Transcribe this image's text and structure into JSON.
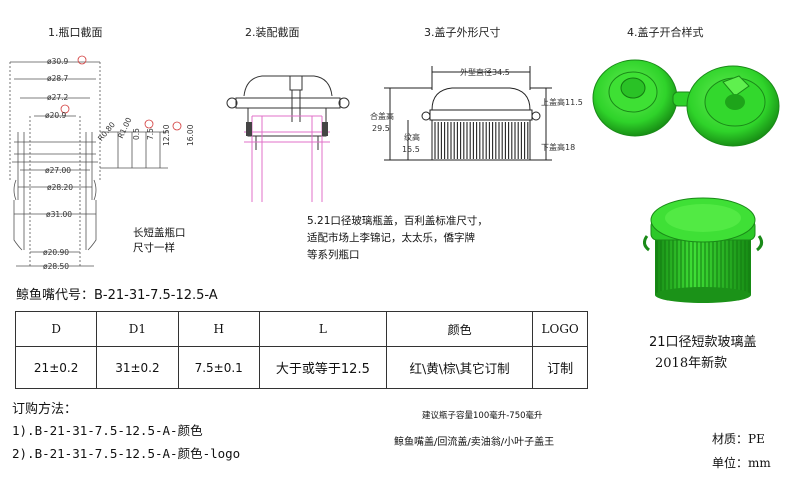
{
  "sections": {
    "s1": "1.瓶口截面",
    "s2": "2.装配截面",
    "s3": "3.盖子外形尺寸",
    "s4": "4.盖子开合样式"
  },
  "neck_dims": {
    "d309": "ø30.9",
    "d287": "ø28.7",
    "d272": "ø27.2",
    "d209": "ø20.9",
    "r100": "R1.00",
    "r080": "R0.80",
    "v05": "0.5",
    "v75": "7.5",
    "v1250": "12.50",
    "v1600": "16.00",
    "d2700": "ø27.00",
    "d2820": "ø28.20",
    "d3100": "ø31.00",
    "d2090": "ø20.90",
    "d2850": "ø28.50",
    "note_line1": "长短盖瓶口",
    "note_line2": "尺寸一样"
  },
  "cap_dims": {
    "outer": "外型直径34.5",
    "total_h_label": "合盖高",
    "total_h": "29.5",
    "knurl_label": "纹高",
    "knurl": "15.5",
    "top_h": "上盖高11.5",
    "bottom_h": "下盖高18"
  },
  "description": [
    "5.21口径玻璃瓶盖，百利盖标准尺寸，",
    "适配市场上李锦记，太太乐，僑字牌",
    "等系列瓶口"
  ],
  "code_line": "鲸鱼嘴代号：B-21-31-7.5-12.5-A",
  "table": {
    "headers": [
      "D",
      "D1",
      "H",
      "L",
      "颜色",
      "LOGO"
    ],
    "values": [
      "21±0.2",
      "31±0.2",
      "7.5±0.1",
      "大于或等于12.5",
      "红\\黄\\棕\\其它订制",
      "订制"
    ]
  },
  "order": {
    "title": "订购方法：",
    "line1": "1).B-21-31-7.5-12.5-A-颜色",
    "line2": "2).B-21-31-7.5-12.5-A-颜色-logo"
  },
  "suggest": "建议瓶子容量100毫升-750毫升",
  "brands": "鲸鱼嘴盖/回流盖/卖油翁/小叶子盖王",
  "product": {
    "line1": "21口径短款玻璃盖",
    "line2": "2018年新款"
  },
  "material": "材质：PE",
  "unit": "单位：mm",
  "colors": {
    "green": "#2fd32a",
    "green_dark": "#1c9a1a",
    "pink": "#e070c8",
    "red_marker": "#d23a3a"
  }
}
